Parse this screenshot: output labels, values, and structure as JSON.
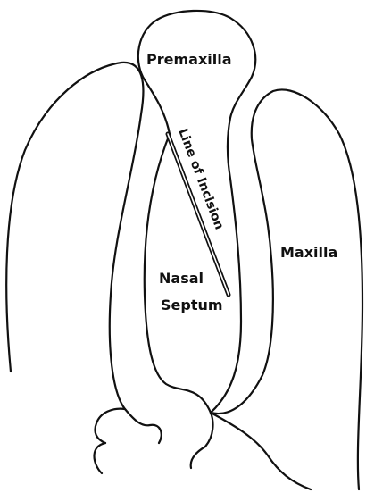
{
  "diagram": {
    "labels": {
      "premaxilla": "Premaxilla",
      "maxilla": "Maxilla",
      "nasal": "Nasal",
      "septum": "Septum",
      "line_of_incision": "Line of Incision"
    },
    "colors": {
      "ink": "#111111",
      "background": "#ffffff"
    }
  }
}
